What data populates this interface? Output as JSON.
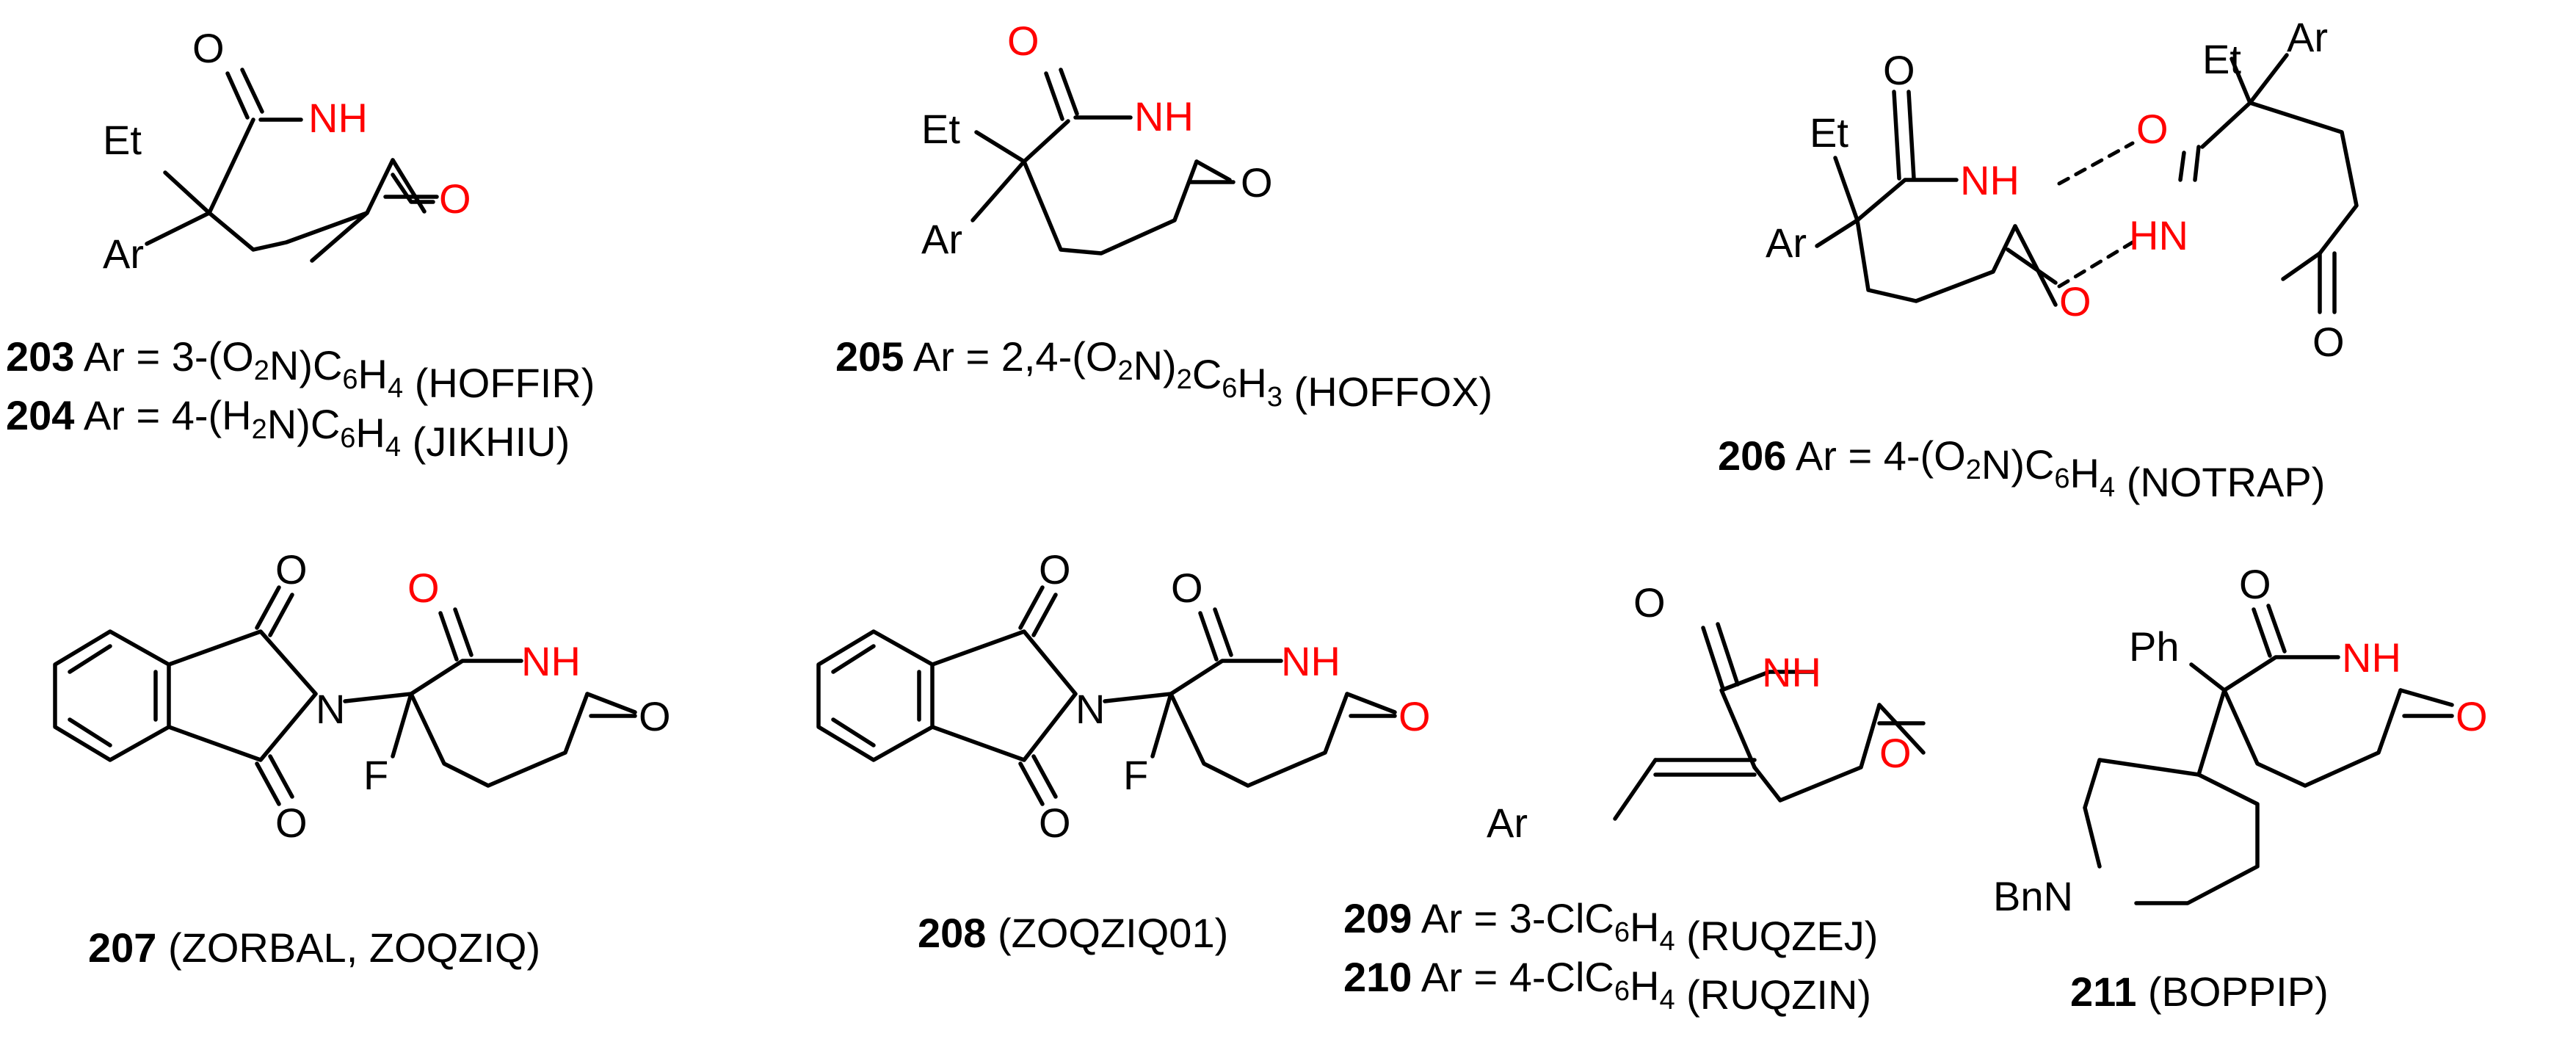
{
  "colors": {
    "bond": "#000000",
    "heteroatom_highlight": "#ff0000",
    "background": "#ffffff"
  },
  "atoms": {
    "o": "O",
    "nh": "NH",
    "hn": "HN",
    "n": "N",
    "et": "Et",
    "ar": "Ar",
    "f": "F",
    "ph": "Ph",
    "bnn": "BnN"
  },
  "compounds": [
    {
      "id": "203",
      "number": "203",
      "caption_parts": [
        "Ar = 3-(O",
        "2",
        "N)C",
        "6",
        "H",
        "4",
        " (HOFFIR)"
      ]
    },
    {
      "id": "204",
      "number": "204",
      "caption_parts": [
        "Ar = 4-(H",
        "2",
        "N)C",
        "6",
        "H",
        "4",
        " (JIKHIU)"
      ]
    },
    {
      "id": "205",
      "number": "205",
      "caption_parts": [
        "Ar = 2,4-(O",
        "2",
        "N)",
        "2",
        "C",
        "6",
        "H",
        "3",
        " (HOFFOX)"
      ]
    },
    {
      "id": "206",
      "number": "206",
      "caption_parts": [
        "Ar = 4-(O",
        "2",
        "N)C",
        "6",
        "H",
        "4",
        " (NOTRAP)"
      ]
    },
    {
      "id": "207",
      "number": "207",
      "caption_parts": [
        " (ZORBAL, ZOQZIQ)"
      ]
    },
    {
      "id": "208",
      "number": "208",
      "caption_parts": [
        " (ZOQZIQ01)"
      ]
    },
    {
      "id": "209",
      "number": "209",
      "caption_parts": [
        "Ar = 3-ClC",
        "6",
        "H",
        "4",
        " (RUQZEJ)"
      ]
    },
    {
      "id": "210",
      "number": "210",
      "caption_parts": [
        "Ar = 4-ClC",
        "6",
        "H",
        "4",
        " (RUQZIN)"
      ]
    },
    {
      "id": "211",
      "number": "211",
      "caption_parts": [
        " (BOPPIP)"
      ]
    }
  ]
}
